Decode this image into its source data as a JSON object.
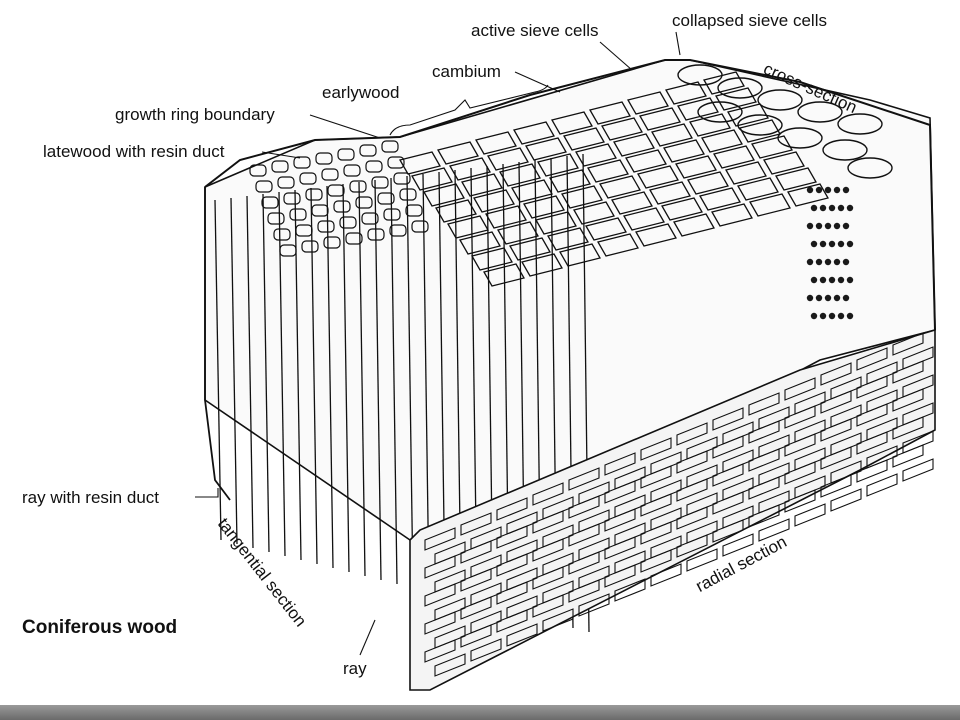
{
  "diagram": {
    "title": "Coniferous wood",
    "labels": {
      "active_sieve_cells": "active sieve cells",
      "collapsed_sieve_cells": "collapsed sieve cells",
      "cambium": "cambium",
      "cross_section": "cross-section",
      "earlywood": "earlywood",
      "growth_ring_boundary": "growth ring boundary",
      "latewood_with_resin_duct": "latewood with resin duct",
      "ray_with_resin_duct": "ray with resin duct",
      "tangential_section": "tangential section",
      "ray": "ray",
      "radial_section": "radial section"
    },
    "colors": {
      "ink": "#111111",
      "paper": "#ffffff",
      "resin": "#1a1a1a"
    }
  }
}
